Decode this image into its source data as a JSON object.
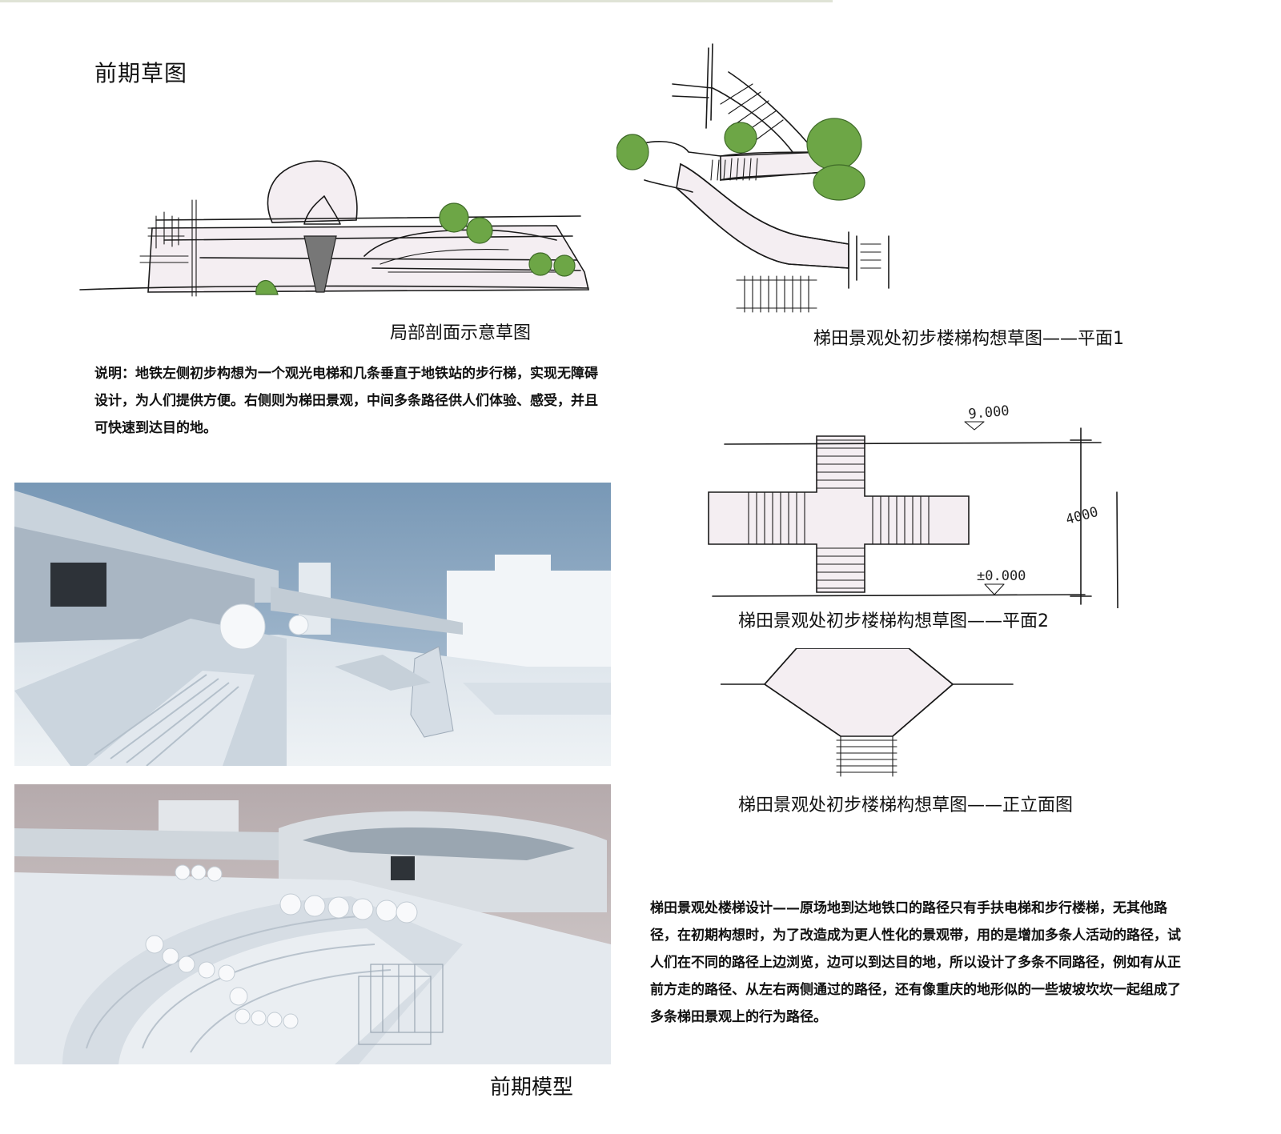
{
  "page_title": "前期草图",
  "section_sketch": {
    "caption": "局部剖面示意草图",
    "description": "说明：地铁左侧初步构想为一个观光电梯和几条垂直于地铁站的步行梯，实现无障碍设计，为人们提供方便。右侧则为梯田景观，中间多条路径供人们体验、感受，并且可快速到达目的地。"
  },
  "plan1_sketch": {
    "caption": "梯田景观处初步楼梯构想草图——平面1"
  },
  "plan2_sketch": {
    "caption": "梯田景观处初步楼梯构想草图——平面2",
    "labels": {
      "elev_top": "9.000",
      "elev_bottom": "±0.000",
      "dim": "4000"
    }
  },
  "elevation_sketch": {
    "caption": "梯田景观处初步楼梯构想草图——正立面图"
  },
  "stair_design_text": "梯田景观处楼梯设计——原场地到达地铁口的路径只有手扶电梯和步行楼梯，无其他路径，在初期构想时，为了改造成为更人性化的景观带，用的是增加多条人活动的路径，试人们在不同的路径上边浏览，边可以到达目的地，所以设计了多条不同路径，例如有从正前方走的路径、从左右两侧通过的路径，还有像重庆的地形似的一些坡坡坎坎一起组成了多条梯田景观上的行为路径。",
  "model_caption": "前期模型",
  "colors": {
    "tree_green": "#6da646",
    "sketch_fill": "#f4eef2",
    "render_sky": "#7f9cba"
  }
}
